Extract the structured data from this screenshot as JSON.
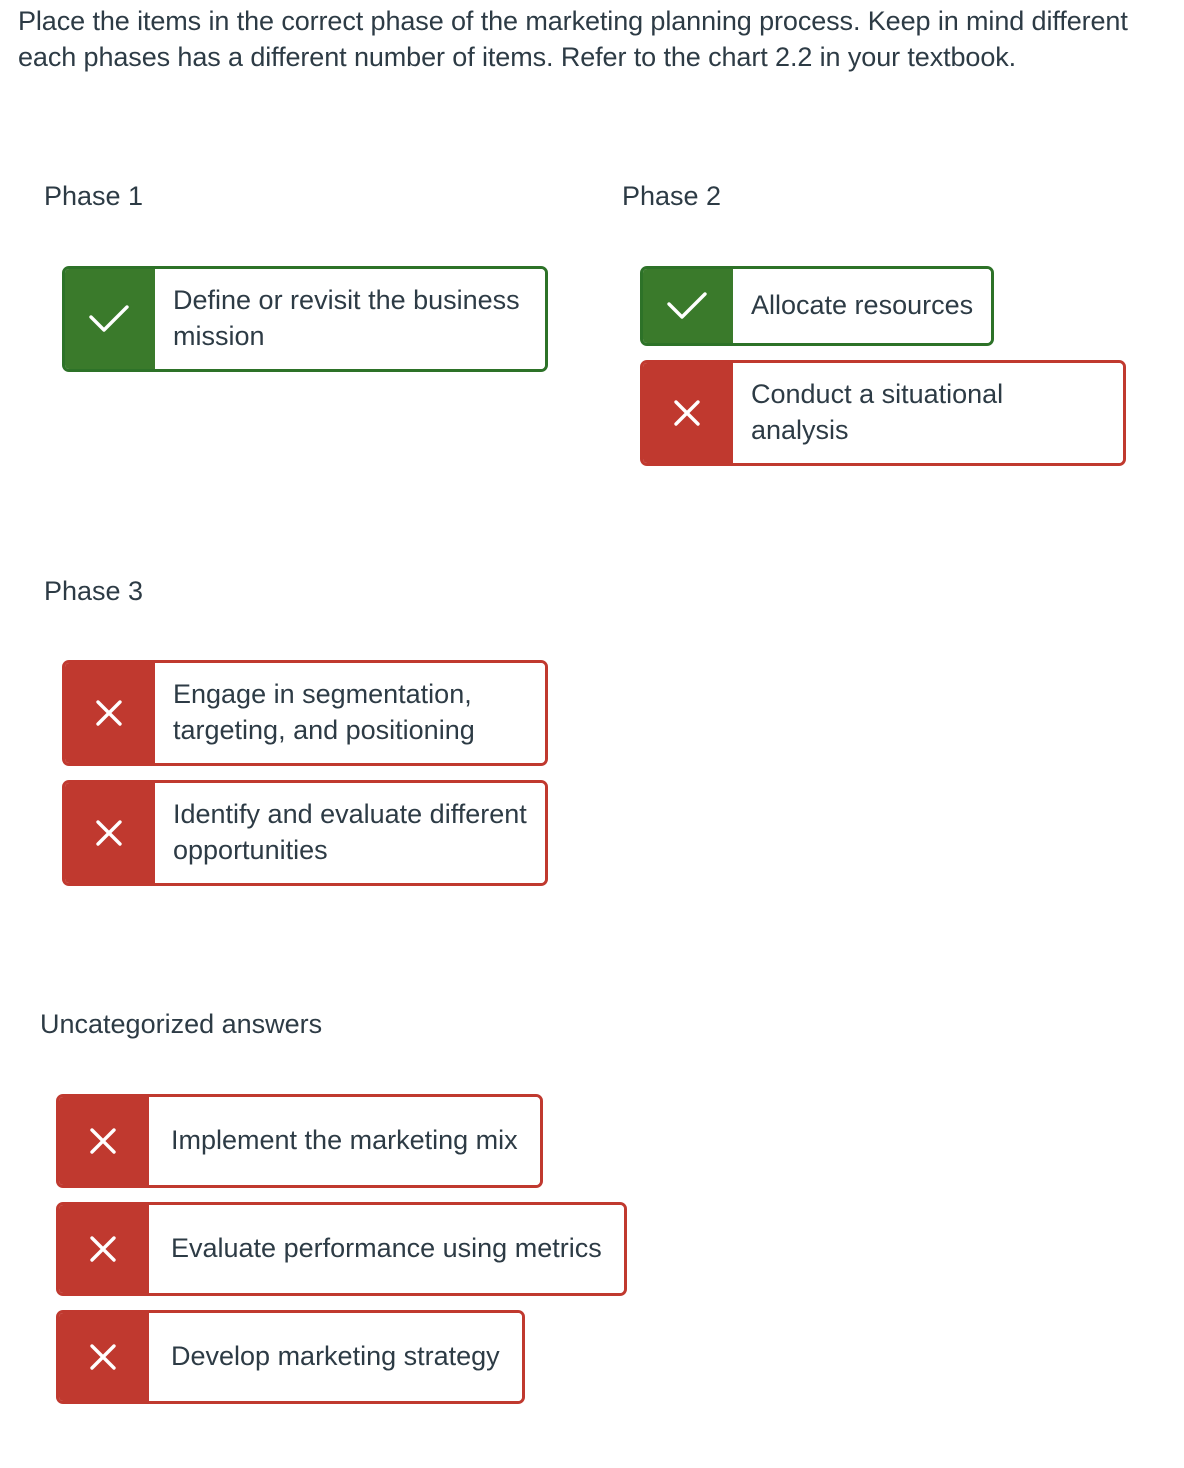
{
  "prompt": "Place the items in the correct phase of the marketing planning process. Keep in mind different each phases has a different number of items. Refer to the chart 2.2 in your textbook.",
  "colors": {
    "correct_green": "#3a7a2b",
    "correct_border": "#2d7228",
    "incorrect_red": "#c0392f",
    "incorrect_border": "#c0392f",
    "text": "#2d3b45",
    "background": "#ffffff"
  },
  "buckets": [
    {
      "id": "phase-1",
      "title": "Phase 1",
      "items": [
        {
          "label": "Define or revisit the business mission",
          "status": "correct",
          "icon": "check-icon"
        }
      ]
    },
    {
      "id": "phase-2",
      "title": "Phase 2",
      "items": [
        {
          "label": "Allocate resources",
          "status": "correct",
          "icon": "check-icon"
        },
        {
          "label": "Conduct a situational analysis",
          "status": "incorrect",
          "icon": "x-icon"
        }
      ]
    },
    {
      "id": "phase-3",
      "title": "Phase 3",
      "items": [
        {
          "label": "Engage in segmentation, targeting, and positioning",
          "status": "incorrect",
          "icon": "x-icon"
        },
        {
          "label": "Identify and evaluate different opportunities",
          "status": "incorrect",
          "icon": "x-icon"
        }
      ]
    },
    {
      "id": "uncategorized",
      "title": "Uncategorized answers",
      "items": [
        {
          "label": "Implement the marketing mix",
          "status": "incorrect",
          "icon": "x-icon"
        },
        {
          "label": "Evaluate performance using metrics",
          "status": "incorrect",
          "icon": "x-icon"
        },
        {
          "label": "Develop marketing strategy",
          "status": "incorrect",
          "icon": "x-icon"
        }
      ]
    }
  ]
}
